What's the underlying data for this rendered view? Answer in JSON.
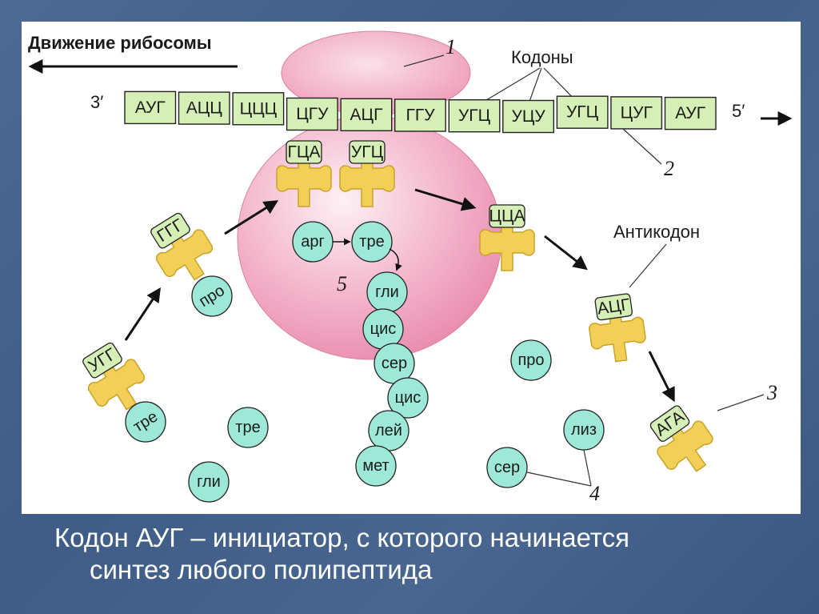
{
  "labels": {
    "ribosome_movement": "Движение рибосомы",
    "codons": "Кодоны",
    "anticodon": "Антикодон",
    "end_3": "3′",
    "end_5": "5′"
  },
  "numbers": {
    "n1": "1",
    "n2": "2",
    "n3": "3",
    "n4": "4",
    "n5": "5"
  },
  "mrna_codons": [
    "АУГ",
    "АЦЦ",
    "ЦЦЦ",
    "ЦГУ",
    "АЦГ",
    "ГГУ",
    "УГЦ",
    "УЦУ",
    "УГЦ",
    "ЦУГ",
    "АУГ"
  ],
  "trna": {
    "t_ugg": {
      "anticodon": "УГГ",
      "amino": "тре"
    },
    "t_ggg": {
      "anticodon": "ГГГ",
      "amino": "про"
    },
    "t_gca": {
      "anticodon": "ГЦА",
      "amino": "арг"
    },
    "t_ugc": {
      "anticodon": "УГЦ",
      "amino": "тре"
    },
    "t_cca": {
      "anticodon": "ЦЦА"
    },
    "t_acg": {
      "anticodon": "АЦГ"
    },
    "t_aga": {
      "anticodon": "АГА"
    }
  },
  "polypeptide": [
    "гли",
    "цис",
    "сер",
    "цис",
    "лей",
    "мет"
  ],
  "free_amino_acids": [
    "тре",
    "гли",
    "про",
    "лиз",
    "сер"
  ],
  "caption": {
    "line1": "Кодон АУГ – инициатор, с которого начинается",
    "line2": "синтез любого полипептида"
  },
  "colors": {
    "ribosome": "#f2a7c3",
    "mrna": "#d6efb6",
    "trna": "#f2cf57",
    "amino": "#9ee8d8"
  }
}
